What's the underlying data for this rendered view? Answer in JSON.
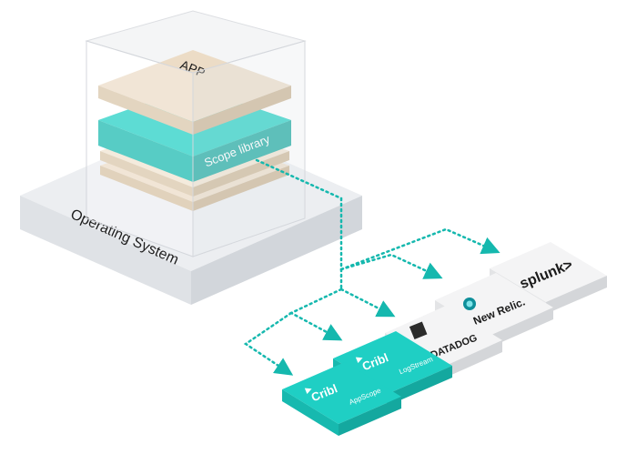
{
  "stack": {
    "app_label": "APP",
    "scope_label": "Scope library",
    "os_label": "Operating System"
  },
  "destinations": {
    "splunk": "splunk>",
    "newrelic": "New Relic.",
    "datadog": "DATADOG",
    "logstream_brand": "Cribl",
    "logstream_product": "LogStream",
    "appscope_brand": "Cribl",
    "appscope_product": "AppScope"
  },
  "colors": {
    "teal": "#1fcfc4",
    "teal_dark": "#14a89f",
    "tan": "#ecdcc6",
    "tan_dark": "#d9c5a8",
    "grey_platform": "#eeeff1",
    "dotted_line": "#15b8ae"
  }
}
